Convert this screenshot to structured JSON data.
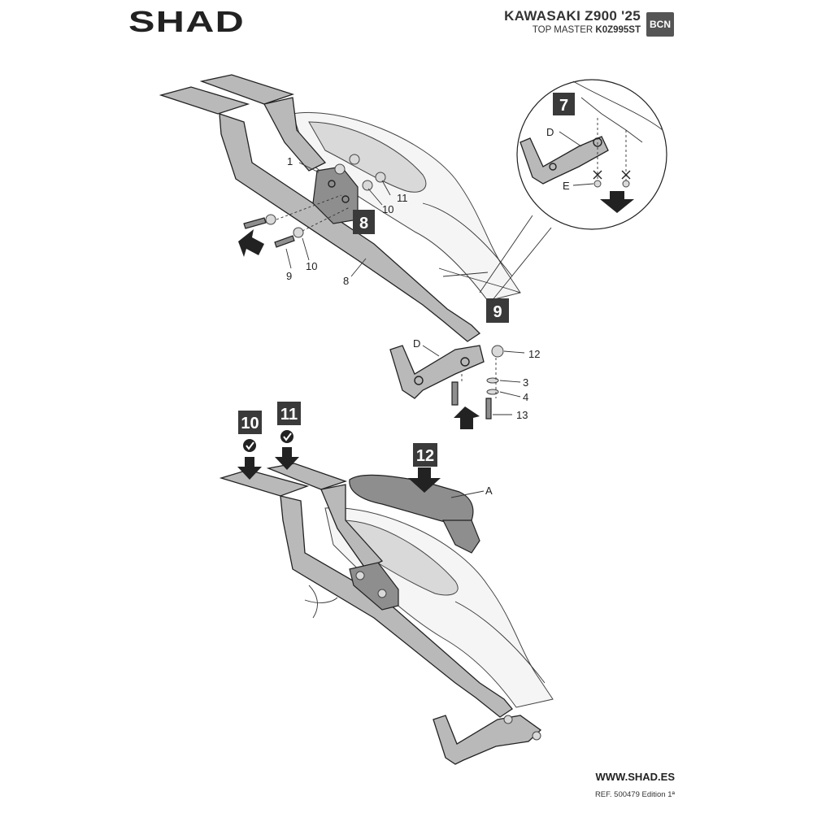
{
  "header": {
    "brand": "SHAD",
    "model": "KAWASAKI Z900 '25",
    "product_prefix": "TOP MASTER ",
    "product_code": "K0Z995ST",
    "badge": "BCN"
  },
  "steps": {
    "s7": "7",
    "s8": "8",
    "s9": "9",
    "s10": "10",
    "s11": "11",
    "s12": "12"
  },
  "callouts": {
    "c1": "1",
    "c11": "11",
    "c10a": "10",
    "c10b": "10",
    "c9": "9",
    "c8": "8",
    "cD_detail": "D",
    "cE_detail": "E",
    "cD": "D",
    "c12": "12",
    "c3": "3",
    "c4": "4",
    "c13": "13",
    "cA": "A"
  },
  "colors": {
    "step_box": "#3a3a3a",
    "rack_fill": "#b9b9b9"
  },
  "icons": {
    "check": "check-circle-icon",
    "push_arrow": "push-arrow-icon",
    "down_arrow": "down-arrow-icon"
  },
  "footer": {
    "url": "WWW.SHAD.ES",
    "ref": "REF. 500479 Edition 1ª"
  }
}
